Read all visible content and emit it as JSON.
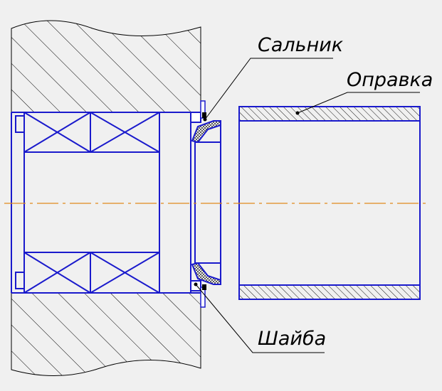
{
  "labels": {
    "seal": "Сальник",
    "mandrel": "Оправка",
    "washer": "Шайба"
  },
  "colors": {
    "background": "#f0f0f0",
    "outline": "#1a1acc",
    "hatch": "#000000",
    "centerline": "#e08a1e",
    "leader": "#000000"
  }
}
